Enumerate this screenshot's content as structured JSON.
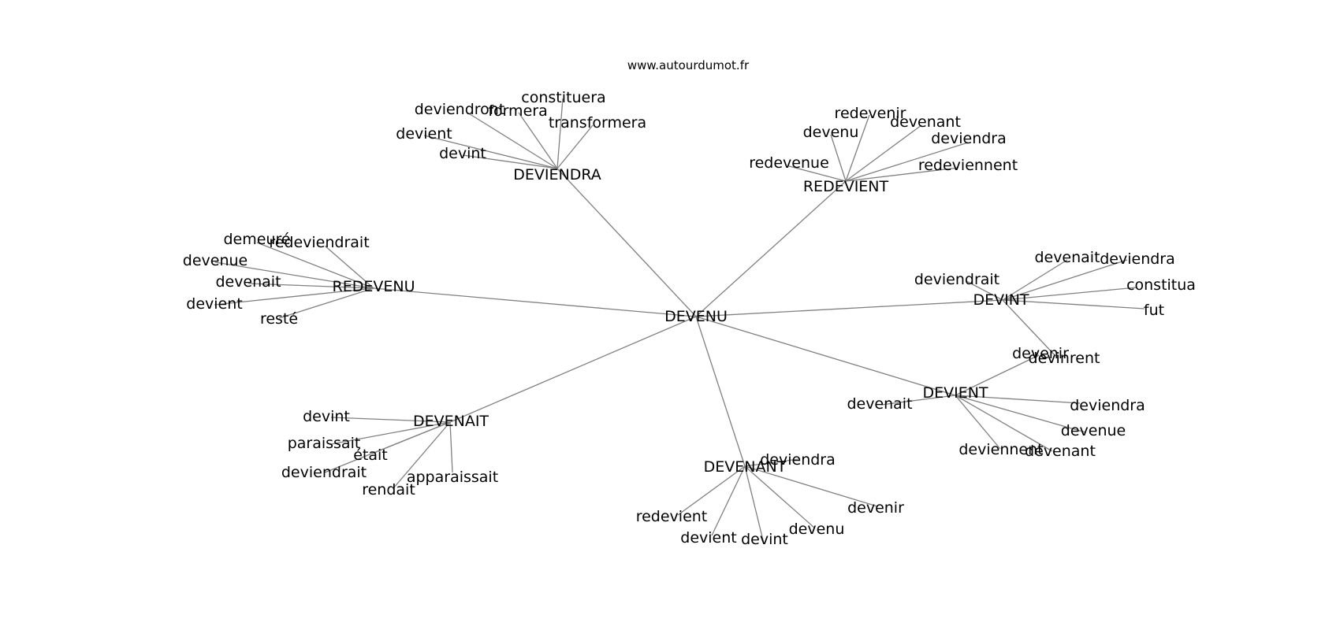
{
  "header": {
    "site": "www.autourdumot.fr"
  },
  "graph": {
    "root": "DEVENU",
    "hubs": [
      {
        "label": "DEVIENDRA",
        "leaves": [
          "deviendront",
          "formera",
          "constituera",
          "transformera",
          "devient",
          "devint"
        ]
      },
      {
        "label": "REDEVIENT",
        "leaves": [
          "redevenir",
          "devenu",
          "devenant",
          "deviendra",
          "redevenue",
          "redeviennent"
        ]
      },
      {
        "label": "REDEVENU",
        "leaves": [
          "demeuré",
          "redeviendrait",
          "devenue",
          "devenait",
          "devient",
          "resté"
        ]
      },
      {
        "label": "DEVINT",
        "leaves": [
          "devenait",
          "deviendra",
          "deviendrait",
          "constitua",
          "fut",
          "devinrent"
        ]
      },
      {
        "label": "DEVIENT",
        "leaves": [
          "devenir",
          "devenait",
          "deviendra",
          "devenue",
          "deviennent",
          "devenant"
        ]
      },
      {
        "label": "DEVENAIT",
        "leaves": [
          "devint",
          "paraissait",
          "était",
          "deviendrait",
          "apparaissait",
          "rendait"
        ]
      },
      {
        "label": "DEVENANT",
        "leaves": [
          "deviendra",
          "devenir",
          "redevient",
          "devient",
          "devint",
          "devenu"
        ]
      }
    ]
  }
}
